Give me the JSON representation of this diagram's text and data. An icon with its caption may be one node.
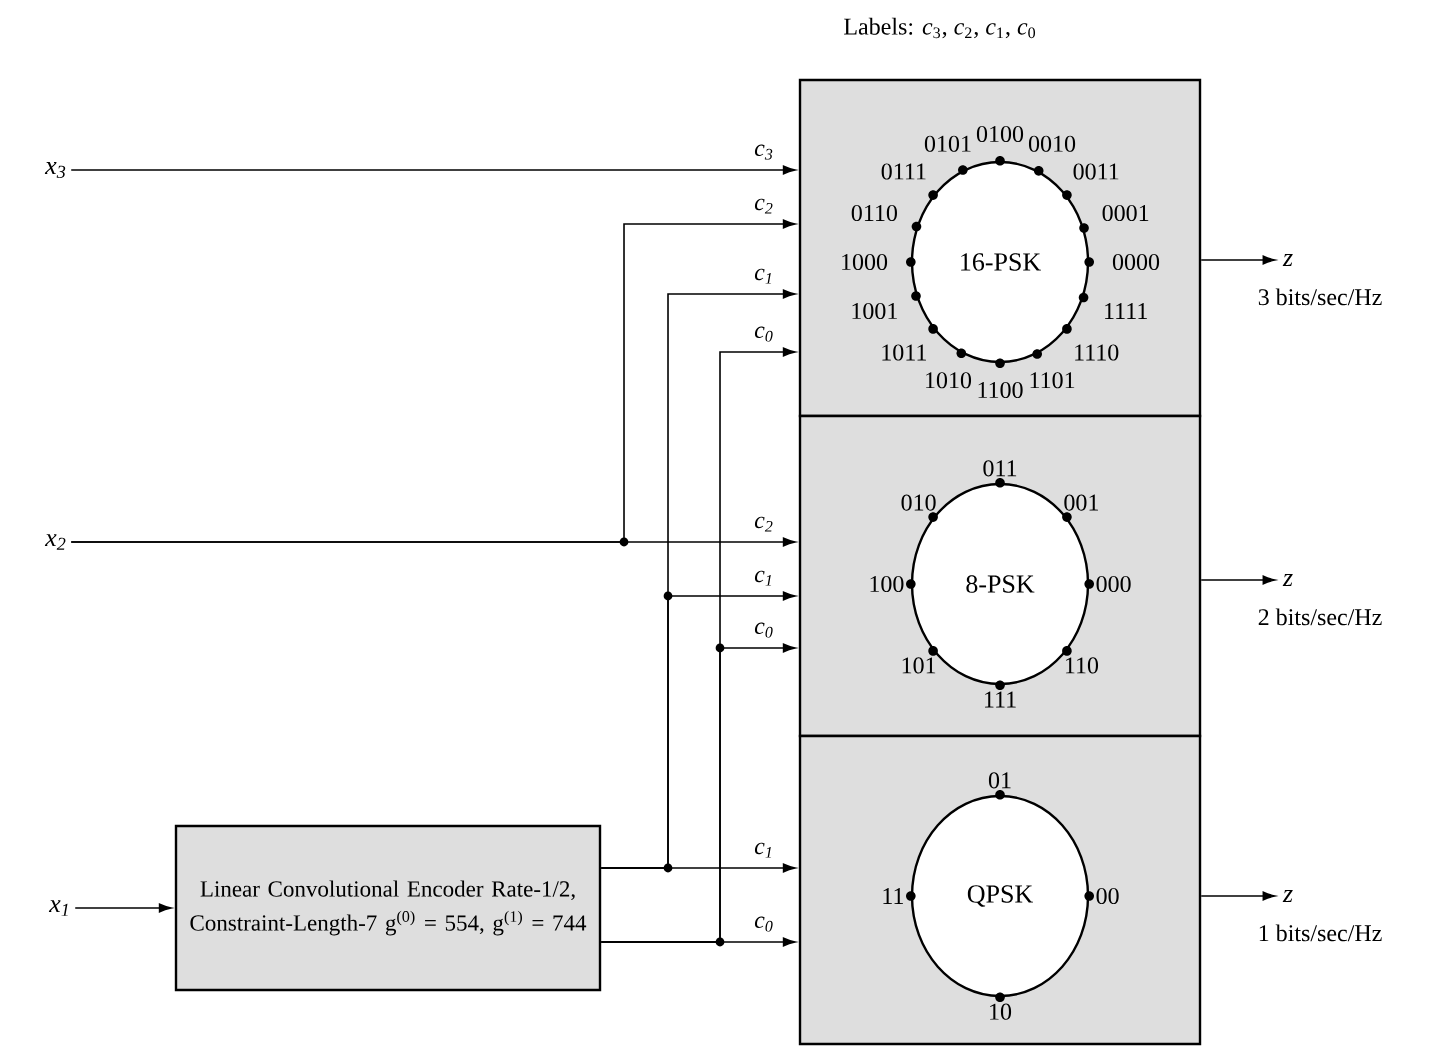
{
  "diagram": {
    "nodes": [
      {
        "text": [
          "x$_{3}$"
        ]
      },
      {
        "text": [
          "x$_{2}$"
        ]
      },
      {
        "text": [
          "x$_{1}$"
        ]
      },
      {
        "text": [
          "Linear Convolutional Encoder Rate-1/2, Constraint-Length-7 g$^{(0)}$ = 554, g$^{(1)}$ = 744"
        ]
      },
      {
        "text": [],
        "shape": "box"
      },
      {
        "text": [
          "16-PSK"
        ],
        "in": 4
      },
      {
        "text": [],
        "shape": "box"
      },
      {
        "text": [
          "8-PSK"
        ],
        "in": 6
      },
      {
        "text": [],
        "shape": "box"
      },
      {
        "text": [
          "QPSK"
        ],
        "in": 8
      },
      {
        "text": [
          "z"
        ],
        "beside": [
          "3 bits/sec/Hz"
        ]
      },
      {
        "text": [
          "z"
        ],
        "beside": [
          "2 bits/sec/Hz"
        ]
      },
      {
        "text": [
          "z"
        ],
        "beside": [
          "1 bits/sec/Hz"
        ]
      }
    ],
    "edges": [
      {
        "from": 2,
        "to": 3,
        "arrow": "to"
      },
      {
        "from": 0,
        "to": 4,
        "arrow": "to",
        "label": "c$_{3}$"
      },
      {
        "from": 1,
        "to": 4,
        "arrow": "to",
        "label": "c$_{2}$"
      },
      {
        "from": 1,
        "to": 6,
        "arrow": "to",
        "label": "c$_{2}$"
      },
      {
        "from": 3,
        "to": 4,
        "arrow": "to",
        "label": "c$_{1}$"
      },
      {
        "from": 3,
        "to": 6,
        "arrow": "to",
        "label": "c$_{1}$"
      },
      {
        "from": 3,
        "to": 8,
        "arrow": "to",
        "label": "c$_{1}$"
      },
      {
        "from": 3,
        "to": 4,
        "arrow": "to",
        "label": "c$_{0}$"
      },
      {
        "from": 3,
        "to": 6,
        "arrow": "to",
        "label": "c$_{0}$"
      },
      {
        "from": 3,
        "to": 8,
        "arrow": "to",
        "label": "c$_{0}$"
      },
      {
        "from": 4,
        "to": 10,
        "arrow": "to"
      },
      {
        "from": 6,
        "to": 11,
        "arrow": "to"
      },
      {
        "from": 8,
        "to": 12,
        "arrow": "to"
      }
    ],
    "labels": [
      "Labels: *c*$_{3}$, *c*$_{2}$, *c*$_{1}$, *c*$_{0}$",
      "0101",
      "0100",
      "0010",
      "0111",
      "0011",
      "0110",
      "0001",
      "1000",
      "0000",
      "1001",
      "1111",
      "1011",
      "1110",
      "1010",
      "1101",
      "1100",
      "011",
      "010",
      "001",
      "100",
      "000",
      "101",
      "110",
      "111",
      "01",
      "11",
      "00",
      "10"
    ]
  }
}
